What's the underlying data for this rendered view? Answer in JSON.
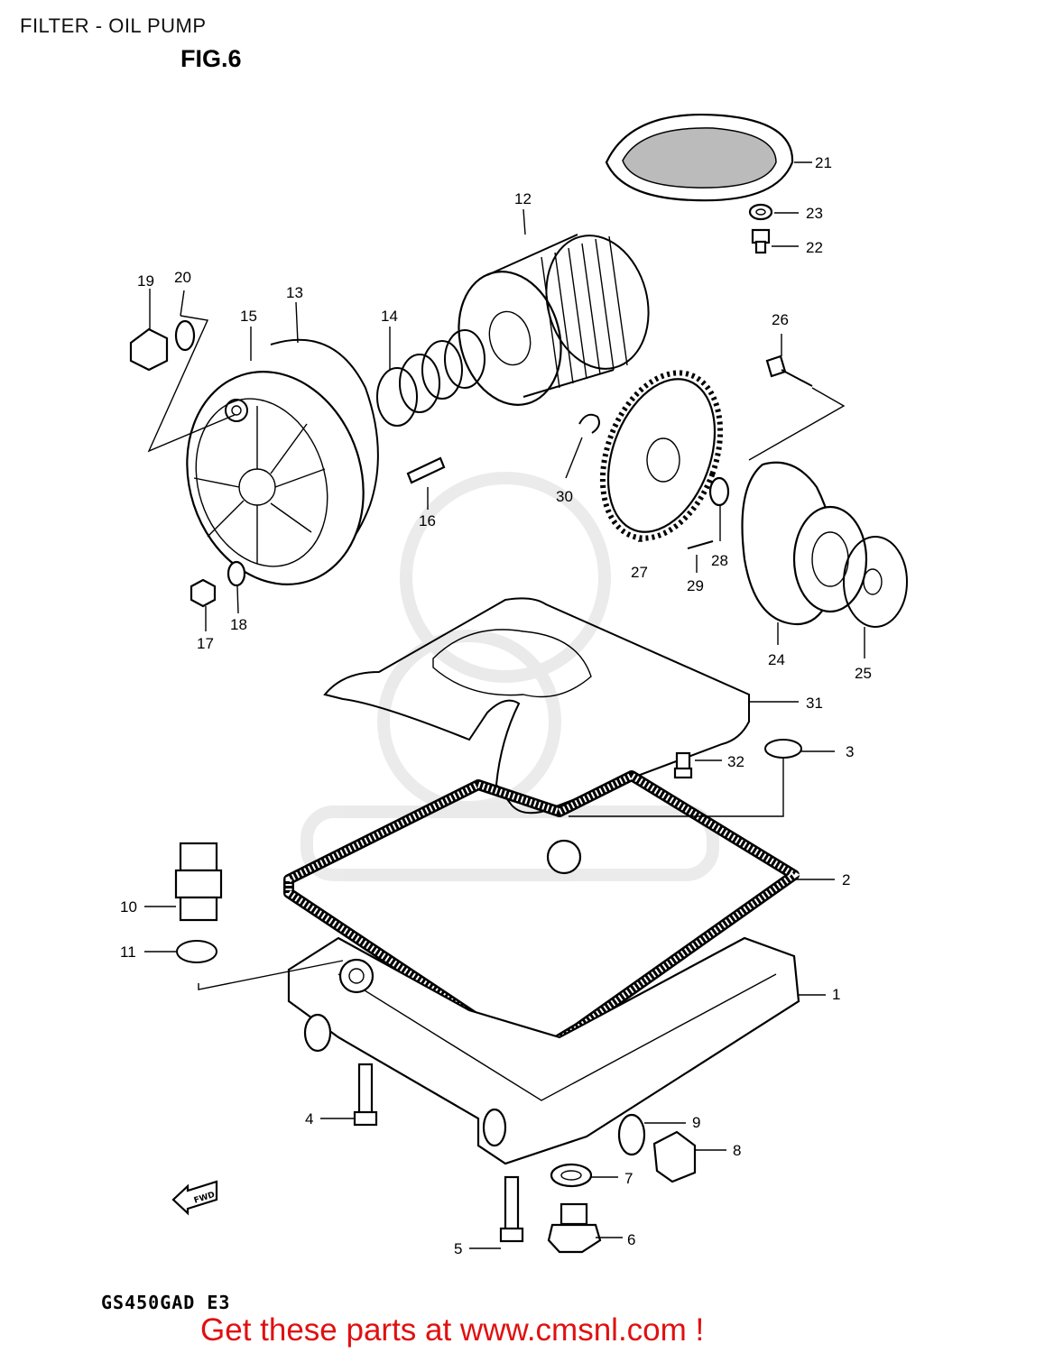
{
  "header": {
    "title": "FILTER - OIL PUMP",
    "figure": "FIG.6"
  },
  "footer": {
    "model_code": "GS450GAD E3",
    "promo": "Get these parts at www.cmsnl.com !"
  },
  "arrow": {
    "label": "FWD"
  },
  "callouts": [
    {
      "n": "1"
    },
    {
      "n": "2"
    },
    {
      "n": "3"
    },
    {
      "n": "4"
    },
    {
      "n": "5"
    },
    {
      "n": "6"
    },
    {
      "n": "7"
    },
    {
      "n": "8"
    },
    {
      "n": "9"
    },
    {
      "n": "10"
    },
    {
      "n": "11"
    },
    {
      "n": "12"
    },
    {
      "n": "13"
    },
    {
      "n": "14"
    },
    {
      "n": "15"
    },
    {
      "n": "16"
    },
    {
      "n": "17"
    },
    {
      "n": "18"
    },
    {
      "n": "19"
    },
    {
      "n": "20"
    },
    {
      "n": "21"
    },
    {
      "n": "22"
    },
    {
      "n": "23"
    },
    {
      "n": "24"
    },
    {
      "n": "25"
    },
    {
      "n": "26"
    },
    {
      "n": "27"
    },
    {
      "n": "28"
    },
    {
      "n": "29"
    },
    {
      "n": "30"
    },
    {
      "n": "31"
    },
    {
      "n": "32"
    }
  ]
}
